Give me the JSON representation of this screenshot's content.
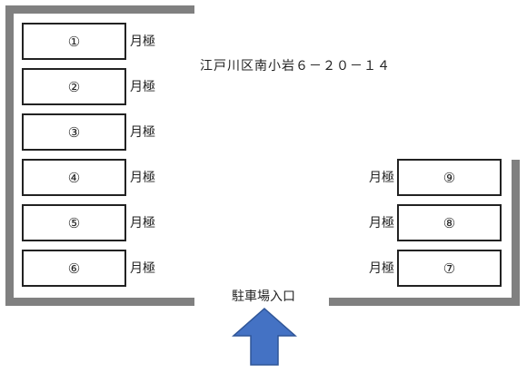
{
  "address": "江戸川区南小岩６－２０－１４",
  "entrance_label": "駐車場入口",
  "arrow_color": "#4472C4",
  "wall_color": "#808080",
  "left_spaces": [
    {
      "number": "①",
      "tag": "月極"
    },
    {
      "number": "②",
      "tag": "月極"
    },
    {
      "number": "③",
      "tag": "月極"
    },
    {
      "number": "④",
      "tag": "月極"
    },
    {
      "number": "⑤",
      "tag": "月極"
    },
    {
      "number": "⑥",
      "tag": "月極"
    }
  ],
  "right_spaces": [
    {
      "number": "⑨",
      "tag": "月極"
    },
    {
      "number": "⑧",
      "tag": "月極"
    },
    {
      "number": "⑦",
      "tag": "月極"
    }
  ]
}
